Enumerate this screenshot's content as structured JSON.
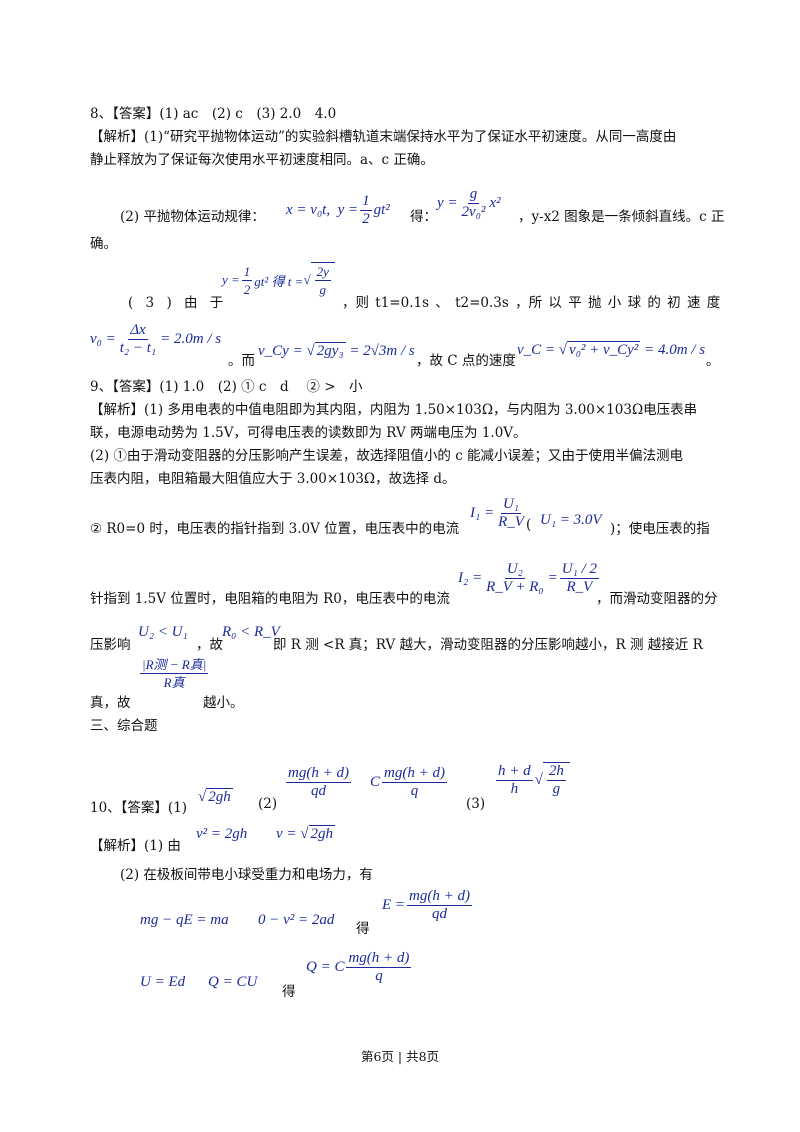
{
  "q8": {
    "answer": "8、【答案】(1) ac　(2) c　(3) 2.0　4.0",
    "analysis1_a": "【解析】(1)“研究平抛物体运动”的实验斜槽轨道末端保持水平为了保证水平初速度。从同一高度由",
    "analysis1_b": "静止释放为了保证每次使用水平初速度相同。a、c 正确。",
    "p2_intro": "(2) 平抛物体运动规律：",
    "p2_de": "得：",
    "p2_tail": "，y-x2 图象是一条倾斜直线。c 正",
    "p2_end": "确。",
    "p3_intro": "( 3 )  由 于",
    "p3_mid": "，则 t1=0.1s 、 t2=0.3s ，所 以 平 抛 小 球 的 初 速 度",
    "p3_er": "。而",
    "p3_gu": "，故 C 点的速度",
    "p3_end": "。",
    "eq_x": "x = v₀t,",
    "eq_y_lhs": "y =",
    "eq_y_num": "1",
    "eq_y_den": "2",
    "eq_y_rhs": "gt²",
    "eq_yx_lhs": "y =",
    "eq_yx_num": "g",
    "eq_yx_den": "2v₀²",
    "eq_yx_rhs": "x²",
    "eq_t_lhs": "y =",
    "eq_t_num": "1",
    "eq_t_den": "2",
    "eq_t_mid": "gt² 得 t =",
    "eq_t_rad_num": "2y",
    "eq_t_rad_den": "g",
    "eq_v0_lhs": "v₀ =",
    "eq_v0_num": "Δx",
    "eq_v0_den": "t₂ − t₁",
    "eq_v0_rhs": "= 2.0m / s",
    "eq_vcy_lhs": "v_Cy =",
    "eq_vcy_rad": "2gy₃",
    "eq_vcy_rhs": "= 2√3m / s",
    "eq_vc_lhs": "v_C =",
    "eq_vc_rad": "v₀² + v_Cy²",
    "eq_vc_rhs": "= 4.0m / s"
  },
  "q9": {
    "answer": "9、【答案】(1) 1.0　(2) ①  c　d　 ②  >　小",
    "a1_a": "【解析】(1) 多用电表的中值电阻即为其内阻，内阻为 1.50×103Ω，与内阻为 3.00×103Ω电压表串",
    "a1_b": "联，电源电动势为 1.5V，可得电压表的读数即为 RV 两端电压为 1.0V。",
    "a2_a": "(2) ①由于滑动变阻器的分压影响产生误差，故选择阻值小的 c 能减小误差；又由于使用半偏法测电",
    "a2_b": "压表内阻，电阻箱最大阻值应大于 3.00×103Ω，故选择 d。",
    "b_intro": "②  R0=0 时，电压表的指针指到 3.0V 位置，电压表中的电流",
    "b_paren_open": "(",
    "b_paren_close": ")；使电压表的指",
    "b2_intro": "针指到 1.5V 位置时，电阻箱的电阻为 R0，电压表中的电流",
    "b2_tail": "，而滑动变阻器的分",
    "b3_intro": "压影响",
    "b3_mid": "，故",
    "b3_tail": "即 R 测 <R 真；RV 越大，滑动变阻器的分压影响越小，R 测 越接近 R",
    "b4_intro": "真，故",
    "b4_tail": "越小。",
    "eq_i1_lhs": "I₁ =",
    "eq_i1_num": "U₁",
    "eq_i1_den": "R_V",
    "eq_u1": "U₁ = 3.0V",
    "eq_i2_lhs": "I₂ =",
    "eq_i2_num": "U₂",
    "eq_i2_den": "R_V + R₀",
    "eq_i2_eq": "=",
    "eq_i2_num2": "U₁ / 2",
    "eq_i2_den2": "R_V",
    "eq_u2": "U₂ < U₁",
    "eq_r0": "R₀ < R_V",
    "eq_err_num": "|R测 − R真|",
    "eq_err_den": "R真"
  },
  "section3": "三、综合题",
  "q10": {
    "answer_label": "10、【答案】(1)",
    "ans2_label": "(2)",
    "ans3_label": "(3)",
    "ans1_rad": "2gh",
    "ans2_num": "mg(h + d)",
    "ans2_den": "qd",
    "ans2b_c": "C",
    "ans2b_num": "mg(h + d)",
    "ans2b_den": "q",
    "ans3_num": "h + d",
    "ans3_den": "h",
    "ans3_rad_num": "2h",
    "ans3_rad_den": "g",
    "a1_intro": "【解析】(1) 由",
    "a1_eq1": "v² = 2gh",
    "a1_eq2": "v =",
    "a1_eq2_rad": "2gh",
    "a2_intro": "(2) 在极板间带电小球受重力和电场力，有",
    "eq_a": "mg − qE = ma",
    "eq_b": "0 − v² = 2ad",
    "de1": "得",
    "eq_e_lhs": "E =",
    "eq_e_num": "mg(h + d)",
    "eq_e_den": "qd",
    "eq_u": "U = Ed",
    "eq_q": "Q = CU",
    "de2": "得",
    "eq_q2_lhs": "Q = C",
    "eq_q2_num": "mg(h + d)",
    "eq_q2_den": "q"
  },
  "footer": "第6页 | 共8页"
}
